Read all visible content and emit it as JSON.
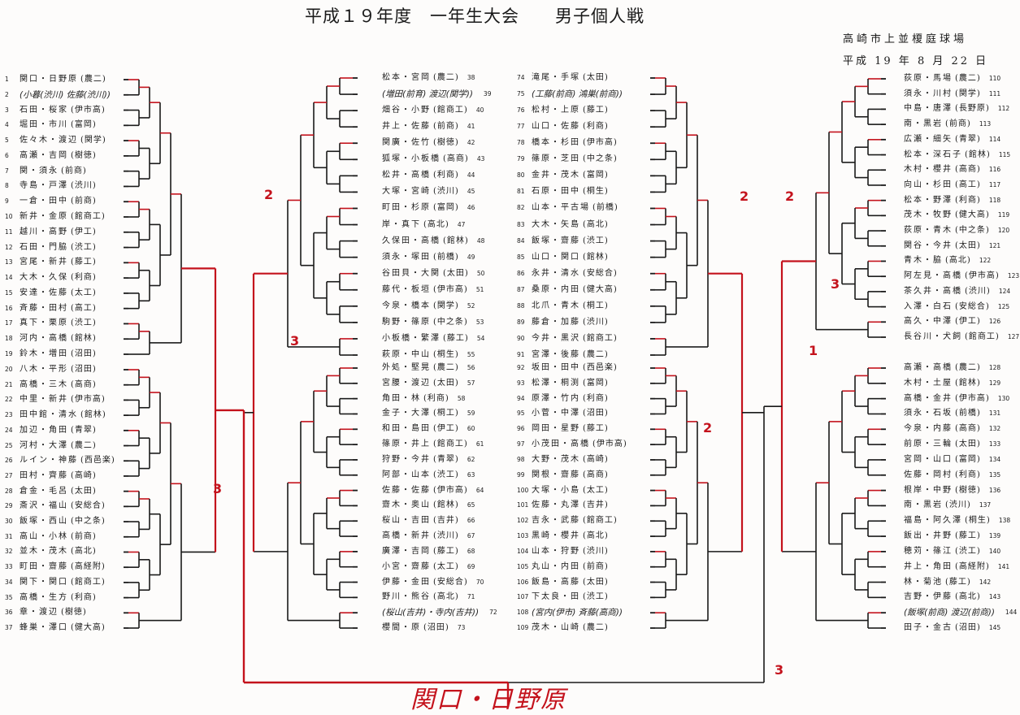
{
  "header": {
    "title": "平成１９年度　一年生大会　　男子個人戦",
    "venue": "高崎市上並榎庭球場",
    "date": "平成 19 年 8 月 22 日"
  },
  "colors": {
    "ink": "#1a1a1a",
    "red_pen": "#c4121c",
    "paper": "#fdfcfb"
  },
  "columns": [
    {
      "id": "A",
      "entries": [
        {
          "no": "1",
          "name": "関口・日野原",
          "school": "(農二)"
        },
        {
          "no": "2",
          "name": "(小暮(渋川) 佐藤(渋川))",
          "school": "",
          "hand": true
        },
        {
          "no": "3",
          "name": "石田・桜家",
          "school": "(伊市高)"
        },
        {
          "no": "4",
          "name": "堀田・市川",
          "school": "(富岡)"
        },
        {
          "no": "5",
          "name": "佐々木・渡辺",
          "school": "(関学)"
        },
        {
          "no": "6",
          "name": "高瀬・吉岡",
          "school": "(樹徳)"
        },
        {
          "no": "7",
          "name": "関・須永",
          "school": "(前商)"
        },
        {
          "no": "8",
          "name": "寺島・戸澤",
          "school": "(渋川)"
        },
        {
          "no": "9",
          "name": "一倉・田中",
          "school": "(前商)"
        },
        {
          "no": "10",
          "name": "新井・金原",
          "school": "(館商工)"
        },
        {
          "no": "11",
          "name": "越川・高野",
          "school": "(伊工)"
        },
        {
          "no": "12",
          "name": "石田・門脇",
          "school": "(渋工)"
        },
        {
          "no": "13",
          "name": "宮尾・新井",
          "school": "(藤工)"
        },
        {
          "no": "14",
          "name": "大木・久保",
          "school": "(利商)"
        },
        {
          "no": "15",
          "name": "安達・佐藤",
          "school": "(太工)"
        },
        {
          "no": "16",
          "name": "斉藤・田村",
          "school": "(高工)"
        },
        {
          "no": "17",
          "name": "真下・栗原",
          "school": "(渋工)"
        },
        {
          "no": "18",
          "name": "河内・高橋",
          "school": "(館林)"
        },
        {
          "no": "19",
          "name": "鈴木・増田",
          "school": "(沼田)"
        },
        {
          "no": "20",
          "name": "八木・平形",
          "school": "(沼田)"
        },
        {
          "no": "21",
          "name": "高橋・三木",
          "school": "(高商)"
        },
        {
          "no": "22",
          "name": "中里・新井",
          "school": "(伊市高)"
        },
        {
          "no": "23",
          "name": "田中館・清水",
          "school": "(館林)"
        },
        {
          "no": "24",
          "name": "加辺・角田",
          "school": "(青翠)"
        },
        {
          "no": "25",
          "name": "河村・大澤",
          "school": "(農二)"
        },
        {
          "no": "26",
          "name": "ルイン・神藤",
          "school": "(西邑楽)"
        },
        {
          "no": "27",
          "name": "田村・齊藤",
          "school": "(高崎)"
        },
        {
          "no": "28",
          "name": "倉金・毛呂",
          "school": "(太田)"
        },
        {
          "no": "29",
          "name": "斎沢・福山",
          "school": "(安総合)"
        },
        {
          "no": "30",
          "name": "飯塚・西山",
          "school": "(中之条)"
        },
        {
          "no": "31",
          "name": "高山・小林",
          "school": "(前商)"
        },
        {
          "no": "32",
          "name": "並木・茂木",
          "school": "(高北)"
        },
        {
          "no": "33",
          "name": "町田・齋藤",
          "school": "(高経附)"
        },
        {
          "no": "34",
          "name": "関下・関口",
          "school": "(館商工)"
        },
        {
          "no": "35",
          "name": "高橋・生方",
          "school": "(利商)"
        },
        {
          "no": "36",
          "name": "章・渡辺",
          "school": "(樹徳)"
        },
        {
          "no": "37",
          "name": "蜂巣・澤口",
          "school": "(健大高)"
        }
      ]
    },
    {
      "id": "B",
      "entries": [
        {
          "no": "38",
          "name": "松本・宮岡",
          "school": "(農二)"
        },
        {
          "no": "39",
          "name": "(増田(前育) 渡辺(関学))",
          "school": "",
          "hand": true
        },
        {
          "no": "40",
          "name": "畑谷・小野",
          "school": "(館商工)"
        },
        {
          "no": "41",
          "name": "井上・佐藤",
          "school": "(前商)"
        },
        {
          "no": "42",
          "name": "関廣・佐竹",
          "school": "(樹徳)"
        },
        {
          "no": "43",
          "name": "狐塚・小板橋",
          "school": "(高商)"
        },
        {
          "no": "44",
          "name": "松井・高橋",
          "school": "(利商)"
        },
        {
          "no": "45",
          "name": "大塚・宮崎",
          "school": "(渋川)"
        },
        {
          "no": "46",
          "name": "町田・杉原",
          "school": "(富岡)"
        },
        {
          "no": "47",
          "name": "岸・真下",
          "school": "(高北)"
        },
        {
          "no": "48",
          "name": "久保田・高橋",
          "school": "(館林)"
        },
        {
          "no": "49",
          "name": "須永・塚田",
          "school": "(前橋)"
        },
        {
          "no": "50",
          "name": "谷田貝・大関",
          "school": "(太田)"
        },
        {
          "no": "51",
          "name": "藤代・板垣",
          "school": "(伊市高)"
        },
        {
          "no": "52",
          "name": "今泉・橋本",
          "school": "(関学)"
        },
        {
          "no": "53",
          "name": "駒野・篠原",
          "school": "(中之条)"
        },
        {
          "no": "54",
          "name": "小板橋・繁澤",
          "school": "(藤工)"
        },
        {
          "no": "55",
          "name": "萩原・中山",
          "school": "(桐生)"
        },
        {
          "no": "56",
          "name": "外処・堅晃",
          "school": "(農二)"
        },
        {
          "no": "57",
          "name": "宮腰・渡辺",
          "school": "(太田)"
        },
        {
          "no": "58",
          "name": "角田・林",
          "school": "(利商)"
        },
        {
          "no": "59",
          "name": "金子・大澤",
          "school": "(桐工)"
        },
        {
          "no": "60",
          "name": "和田・島田",
          "school": "(伊工)"
        },
        {
          "no": "61",
          "name": "篠原・井上",
          "school": "(館商工)"
        },
        {
          "no": "62",
          "name": "狩野・今井",
          "school": "(青翠)"
        },
        {
          "no": "63",
          "name": "阿部・山本",
          "school": "(渋工)"
        },
        {
          "no": "64",
          "name": "佐藤・佐藤",
          "school": "(伊市高)"
        },
        {
          "no": "65",
          "name": "齋木・奥山",
          "school": "(館林)"
        },
        {
          "no": "66",
          "name": "桜山・吉田",
          "school": "(吉井)"
        },
        {
          "no": "67",
          "name": "高橋・新井",
          "school": "(渋川)"
        },
        {
          "no": "68",
          "name": "廣澤・吉岡",
          "school": "(藤工)"
        },
        {
          "no": "69",
          "name": "小宮・齋藤",
          "school": "(太工)"
        },
        {
          "no": "70",
          "name": "伊藤・金田",
          "school": "(安総合)"
        },
        {
          "no": "71",
          "name": "野川・熊谷",
          "school": "(高北)"
        },
        {
          "no": "72",
          "name": "(桜山(吉井)・寺内(吉井))",
          "school": "",
          "hand": true
        },
        {
          "no": "73",
          "name": "櫻間・原",
          "school": "(沼田)"
        }
      ]
    },
    {
      "id": "C",
      "entries": [
        {
          "no": "74",
          "name": "滝尾・手塚",
          "school": "(太田)"
        },
        {
          "no": "75",
          "name": "(工藤(前商) 鴻巣(前商))",
          "school": "",
          "hand": true
        },
        {
          "no": "76",
          "name": "松村・上原",
          "school": "(藤工)"
        },
        {
          "no": "77",
          "name": "山口・佐藤",
          "school": "(利商)"
        },
        {
          "no": "78",
          "name": "橋本・杉田",
          "school": "(伊市高)"
        },
        {
          "no": "79",
          "name": "篠原・芝田",
          "school": "(中之条)"
        },
        {
          "no": "80",
          "name": "金井・茂木",
          "school": "(富岡)"
        },
        {
          "no": "81",
          "name": "石原・田中",
          "school": "(桐生)"
        },
        {
          "no": "82",
          "name": "山本・平古場",
          "school": "(前橋)"
        },
        {
          "no": "83",
          "name": "大木・矢島",
          "school": "(高北)"
        },
        {
          "no": "84",
          "name": "飯塚・齋藤",
          "school": "(渋工)"
        },
        {
          "no": "85",
          "name": "山口・関口",
          "school": "(館林)"
        },
        {
          "no": "86",
          "name": "永井・清水",
          "school": "(安総合)"
        },
        {
          "no": "87",
          "name": "桑原・内田",
          "school": "(健大高)"
        },
        {
          "no": "88",
          "name": "北爪・青木",
          "school": "(桐工)"
        },
        {
          "no": "89",
          "name": "藤倉・加藤",
          "school": "(渋川)"
        },
        {
          "no": "90",
          "name": "今井・黒沢",
          "school": "(館商工)"
        },
        {
          "no": "91",
          "name": "宮澤・後藤",
          "school": "(農二)"
        },
        {
          "no": "92",
          "name": "坂田・田中",
          "school": "(西邑楽)"
        },
        {
          "no": "93",
          "name": "松澤・桐渕",
          "school": "(富岡)"
        },
        {
          "no": "94",
          "name": "原澤・竹内",
          "school": "(利商)"
        },
        {
          "no": "95",
          "name": "小菅・中澤",
          "school": "(沼田)"
        },
        {
          "no": "96",
          "name": "岡田・星野",
          "school": "(藤工)"
        },
        {
          "no": "97",
          "name": "小茂田・高橋",
          "school": "(伊市高)"
        },
        {
          "no": "98",
          "name": "大野・茂木",
          "school": "(高崎)"
        },
        {
          "no": "99",
          "name": "関根・齋藤",
          "school": "(高商)"
        },
        {
          "no": "100",
          "name": "大塚・小島",
          "school": "(太工)"
        },
        {
          "no": "101",
          "name": "佐藤・丸澤",
          "school": "(吉井)"
        },
        {
          "no": "102",
          "name": "吉永・武藤",
          "school": "(館商工)"
        },
        {
          "no": "103",
          "name": "黒崎・櫻井",
          "school": "(高北)"
        },
        {
          "no": "104",
          "name": "山本・狩野",
          "school": "(渋川)"
        },
        {
          "no": "105",
          "name": "丸山・内田",
          "school": "(前商)"
        },
        {
          "no": "106",
          "name": "飯島・高藤",
          "school": "(太田)"
        },
        {
          "no": "107",
          "name": "下太良・田",
          "school": "(渋工)"
        },
        {
          "no": "108",
          "name": "(宮内(伊市) 斉藤(高商))",
          "school": "",
          "hand": true
        },
        {
          "no": "109",
          "name": "茂木・山崎",
          "school": "(農二)"
        }
      ]
    },
    {
      "id": "D",
      "entries": [
        {
          "no": "110",
          "name": "荻原・馬場",
          "school": "(農二)"
        },
        {
          "no": "111",
          "name": "須永・川村",
          "school": "(関学)"
        },
        {
          "no": "112",
          "name": "中島・唐澤",
          "school": "(長野原)"
        },
        {
          "no": "113",
          "name": "南・黒岩",
          "school": "(前商)"
        },
        {
          "no": "114",
          "name": "広瀬・細矢",
          "school": "(青翠)"
        },
        {
          "no": "115",
          "name": "松本・深石子",
          "school": "(館林)"
        },
        {
          "no": "116",
          "name": "木村・櫻井",
          "school": "(高商)"
        },
        {
          "no": "117",
          "name": "向山・杉田",
          "school": "(高工)"
        },
        {
          "no": "118",
          "name": "松本・野澤",
          "school": "(利商)"
        },
        {
          "no": "119",
          "name": "茂木・牧野",
          "school": "(健大高)"
        },
        {
          "no": "120",
          "name": "荻原・青木",
          "school": "(中之条)"
        },
        {
          "no": "121",
          "name": "関谷・今井",
          "school": "(太田)"
        },
        {
          "no": "122",
          "name": "青木・脇",
          "school": "(高北)"
        },
        {
          "no": "123",
          "name": "阿左見・高橋",
          "school": "(伊市高)"
        },
        {
          "no": "124",
          "name": "茶久井・高橋",
          "school": "(渋川)"
        },
        {
          "no": "125",
          "name": "入澤・白石",
          "school": "(安総合)"
        },
        {
          "no": "126",
          "name": "高久・中澤",
          "school": "(伊工)"
        },
        {
          "no": "127",
          "name": "長谷川・犬飼",
          "school": "(館商工)"
        },
        {
          "no": "128",
          "name": "高瀬・高橋",
          "school": "(農二)"
        },
        {
          "no": "129",
          "name": "木村・土屋",
          "school": "(館林)"
        },
        {
          "no": "130",
          "name": "高橋・金井",
          "school": "(伊市高)"
        },
        {
          "no": "131",
          "name": "須永・石坂",
          "school": "(前橋)"
        },
        {
          "no": "132",
          "name": "今泉・内藤",
          "school": "(高商)"
        },
        {
          "no": "133",
          "name": "前原・三輪",
          "school": "(太田)"
        },
        {
          "no": "134",
          "name": "宮岡・山口",
          "school": "(富岡)"
        },
        {
          "no": "135",
          "name": "佐藤・岡村",
          "school": "(利商)"
        },
        {
          "no": "136",
          "name": "根岸・中野",
          "school": "(樹徳)"
        },
        {
          "no": "137",
          "name": "南・黒岩",
          "school": "(渋川)"
        },
        {
          "no": "138",
          "name": "福島・阿久澤",
          "school": "(桐生)"
        },
        {
          "no": "139",
          "name": "飯出・井野",
          "school": "(藤工)"
        },
        {
          "no": "140",
          "name": "穂苅・篠江",
          "school": "(渋工)"
        },
        {
          "no": "141",
          "name": "井上・角田",
          "school": "(高経附)"
        },
        {
          "no": "142",
          "name": "林・菊池",
          "school": "(藤工)"
        },
        {
          "no": "143",
          "name": "吉野・伊藤",
          "school": "(高北)"
        },
        {
          "no": "144",
          "name": "(飯塚(前商) 渡辺(前商))",
          "school": "",
          "hand": true
        },
        {
          "no": "145",
          "name": "田子・金古",
          "school": "(沼田)"
        }
      ]
    }
  ],
  "annotations": {
    "scores": [
      "2",
      "3",
      "3",
      "2",
      "2",
      "2",
      "1",
      "3",
      "3"
    ],
    "champion": "関口・日野原"
  }
}
